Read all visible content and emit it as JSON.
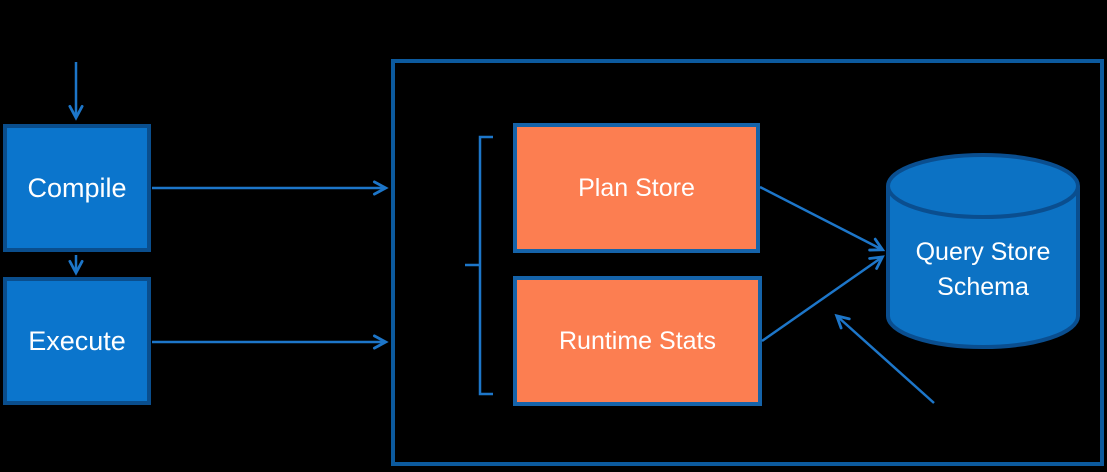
{
  "diagram": {
    "nodes": {
      "compile": {
        "label": "Compile"
      },
      "execute": {
        "label": "Execute"
      },
      "plan_store": {
        "label": "Plan Store"
      },
      "runtime_stats": {
        "label": "Runtime Stats"
      },
      "query_store_schema": {
        "line1": "Query Store",
        "line2": "Schema"
      }
    },
    "connections": [
      "input -> Compile",
      "Compile -> Execute",
      "Compile -> outer box (Plan Store group)",
      "Execute -> outer box (Runtime Stats group)",
      "Plan Store -> Query Store Schema",
      "Runtime Stats -> Query Store Schema",
      "floating arrow pointing toward Query Store Schema inputs"
    ]
  },
  "colors": {
    "background": "#000000",
    "node_blue_fill": "#0B75CC",
    "node_blue_border": "#0A4E8D",
    "orange_fill": "#FC7E51",
    "orange_border": "#1563A9",
    "outer_border": "#0C5A9E",
    "arrow": "#1D76C9",
    "cylinder_fill": "#0C72C4",
    "cylinder_border": "#0A4E8F",
    "text": "#FFFFFF"
  }
}
